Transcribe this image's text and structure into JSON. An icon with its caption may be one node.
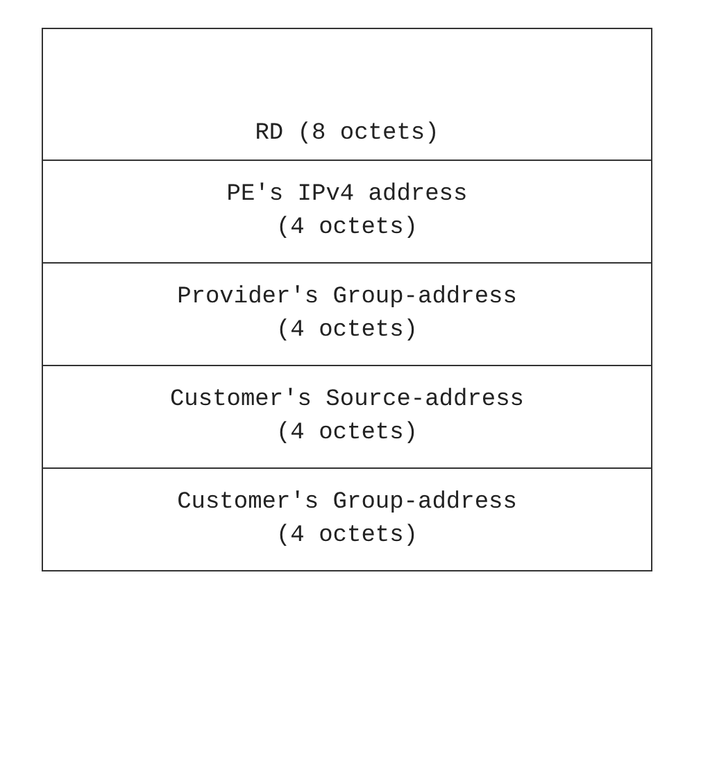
{
  "diagram": {
    "nodes": [
      {
        "text": [
          "RD (8 octets)"
        ]
      },
      {
        "text": [
          "PE's IPv4 address",
          "(4 octets)"
        ]
      },
      {
        "text": [
          "Provider's Group-address",
          "(4 octets)"
        ]
      },
      {
        "text": [
          "Customer's Source-address",
          "(4 octets)"
        ]
      },
      {
        "text": [
          "Customer's Group-address",
          "(4 octets)"
        ]
      }
    ]
  }
}
